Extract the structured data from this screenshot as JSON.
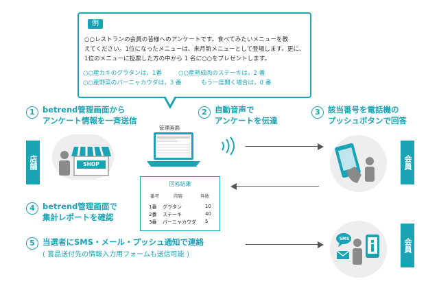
{
  "bubble": {
    "tag": "例",
    "lines": [
      "○○レストランの会員の皆様へのアンケートです。食べてみたいメニューを教",
      "えてください。1位になったメニューは、来月新メニューとして登場します。更に、",
      "1位のメニューに投票した方の中から 1 名に○○をプレゼントします。"
    ],
    "options": [
      "○○産カキのグラタンは，1番",
      "○○産熟成肉のステーキは，2 番",
      "○○産野菜のバーニャカウダは，3 番",
      "もう一度聞く場合は，0 番"
    ]
  },
  "steps": {
    "s1": {
      "num": "1",
      "line1": "betrend管理画面から",
      "line2": "アンケート情報を一斉送信"
    },
    "s2": {
      "num": "2",
      "line1": "自動音声で",
      "line2": "アンケートを伝達"
    },
    "s3": {
      "num": "3",
      "line1": "該当番号を電話機の",
      "line2": "プッシュボタンで回答"
    },
    "s4": {
      "num": "4",
      "line1": "betrend管理画面で",
      "line2": "集計レポートを確認"
    },
    "s5": {
      "num": "5",
      "line1": "当選者にSMS・メール・プッシュ通知で連絡",
      "line2": "( 賞品送付先の情報入力用フォームも送信可能 )"
    }
  },
  "labels": {
    "store": "店舗",
    "member1": "会員",
    "member2": "会員",
    "admin_screen": "管理画面",
    "shop": "SHOP",
    "sms": "SMS"
  },
  "report": {
    "title": "回答結果",
    "headers": [
      "番号",
      "内容",
      "件数"
    ],
    "rows": [
      {
        "no": "1番",
        "item": "グラタン",
        "count": "10"
      },
      {
        "no": "2番",
        "item": "ステーキ",
        "count": "40"
      },
      {
        "no": "3番",
        "item": "バーニャカウダ",
        "count": "5"
      }
    ]
  },
  "colors": {
    "accent": "#1aa3b5",
    "circle": "#eeeeee",
    "arrow": "#555555"
  }
}
